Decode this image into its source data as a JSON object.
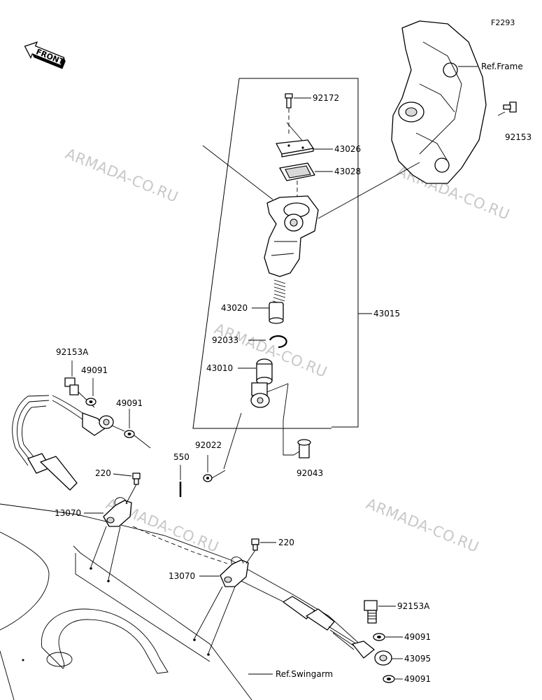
{
  "figure_code": "F2293",
  "front_label": "FRONT",
  "watermark": "ARMADA-CO.RU",
  "refs": {
    "frame": "Ref.Frame",
    "swingarm": "Ref.Swingarm"
  },
  "parts": {
    "p92172": "92172",
    "p43026": "43026",
    "p43028": "43028",
    "p92153": "92153",
    "p43020": "43020",
    "p43015": "43015",
    "p92033": "92033",
    "p43010": "43010",
    "p92153A_top": "92153A",
    "p49091_a": "49091",
    "p49091_b": "49091",
    "p92022": "92022",
    "p550": "550",
    "p92043": "92043",
    "p220_a": "220",
    "p13070_a": "13070",
    "p220_b": "220",
    "p13070_b": "13070",
    "p92153A_bottom": "92153A",
    "p49091_c": "49091",
    "p43095": "43095",
    "p49091_d": "49091"
  }
}
